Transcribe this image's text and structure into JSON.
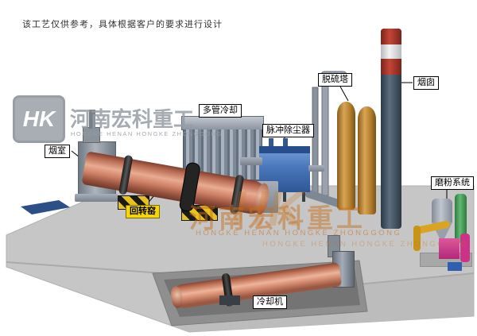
{
  "page": {
    "disclaimer": "该工艺仅供参考，具体根据客户的要求进行设计"
  },
  "logo": {
    "monogram": "HK",
    "company": "河南宏科重工",
    "tagline": "HONGKE HENAN HONGKE ZHONGGONG"
  },
  "watermark": {
    "monogram": "HK",
    "company": "河南宏科重工",
    "tagline": "HONGKE HENAN HONGKE ZHONGGONG"
  },
  "equipment_labels": {
    "smoke_chamber": "烟室",
    "rotary_kiln": "回转窑",
    "multi_tube_cooler": "多管冷却",
    "pulse_dust_collector": "脉冲除尘器",
    "desulfurization_tower": "脱硫塔",
    "chimney": "烟囱",
    "grinding_system": "磨粉系统",
    "cooling_machine": "冷却机"
  },
  "colors": {
    "kiln_shell": "#c97f64",
    "dust_collector_blue": "#4a78bc",
    "desulfurization_tan": "#c08a36",
    "chimney_body": "#46535f",
    "chimney_stripe_red": "#b23a2e",
    "kiln_label_bg": "#f5d60a",
    "watermark_orange": "#c87828",
    "platform_gray": "#c6c6c6"
  }
}
